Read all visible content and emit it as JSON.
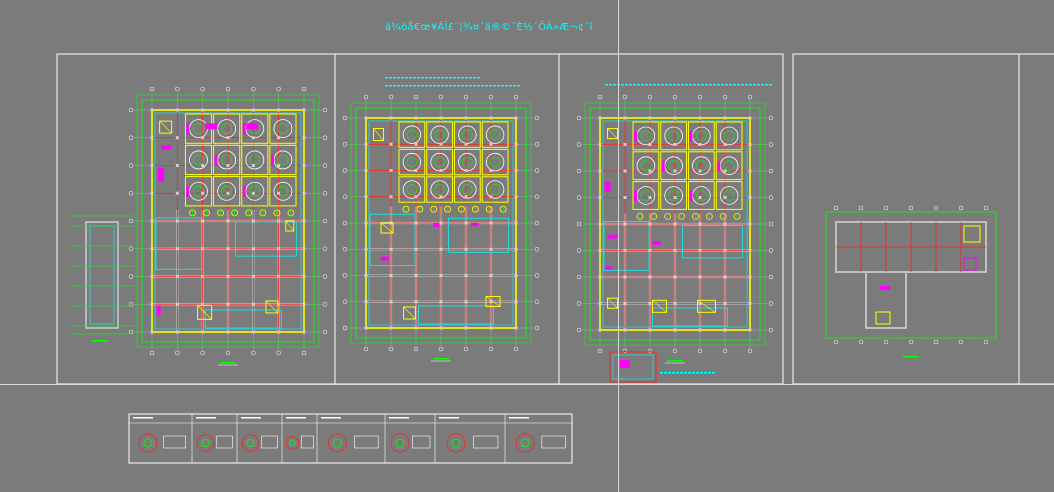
{
  "drawing": {
    "title": "á¼òå€œ¥ÂÎ£¨¦¾¤´ä®©¨È½´ÖÄ»Æ¬¢¨î"
  },
  "colors": {
    "background": "#7b7b7b",
    "frame": "#ffffff",
    "wall": "#ffff00",
    "column": "#ff2020",
    "dimension": "#00ff00",
    "room": "#00ffff",
    "highlight": "#ff00ff",
    "grid": "#c0c0c0"
  },
  "sheets": [
    {
      "id": "sheet-1",
      "has_cabins": true
    },
    {
      "id": "sheet-2",
      "has_cabins": true
    },
    {
      "id": "sheet-3",
      "has_cabins": true
    },
    {
      "id": "sheet-4",
      "has_cabins": false
    }
  ],
  "legend": {
    "cell_count": 8
  }
}
